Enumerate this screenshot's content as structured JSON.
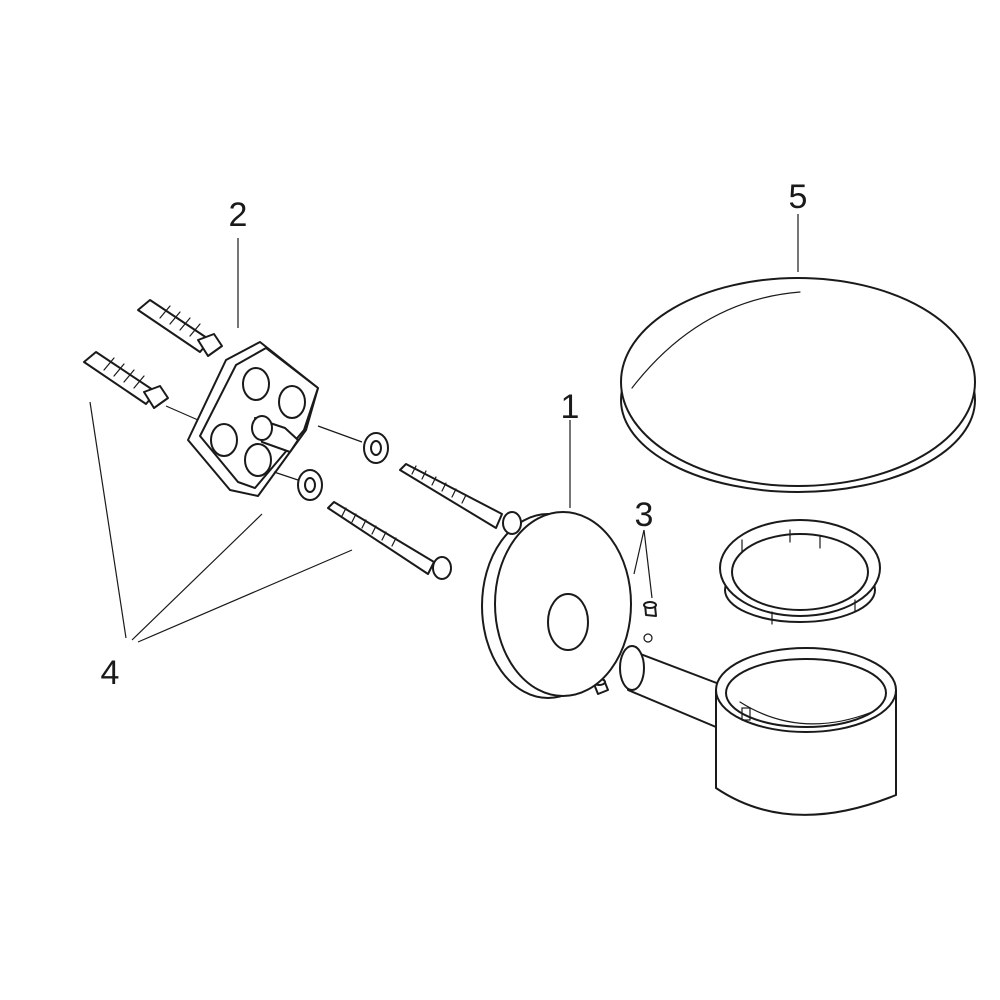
{
  "callouts": {
    "c1": "1",
    "c2": "2",
    "c3": "3",
    "c4": "4",
    "c5": "5"
  }
}
